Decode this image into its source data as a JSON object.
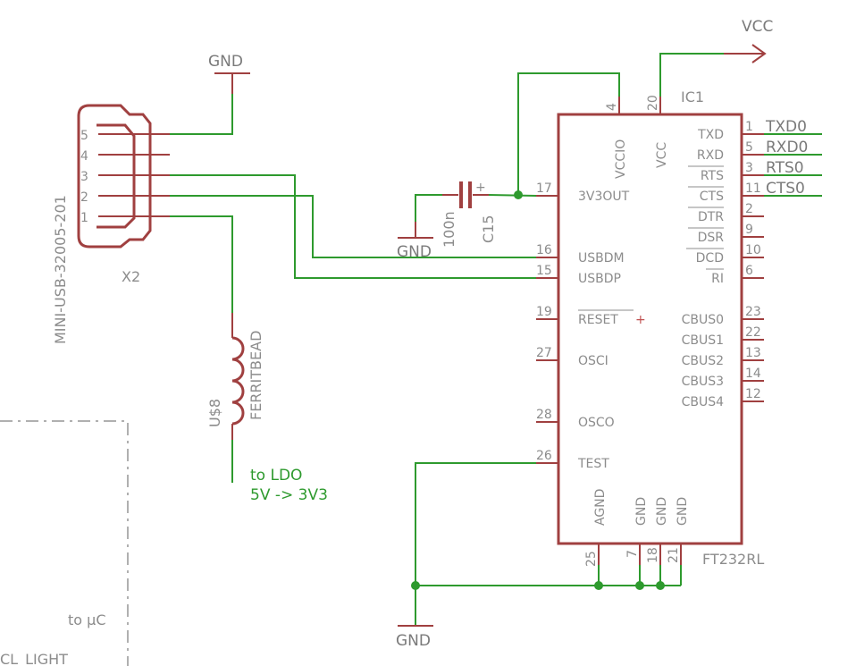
{
  "schematic": {
    "supply": {
      "vcc": "VCC",
      "gnd": "GND"
    },
    "connector": {
      "name": "X2",
      "value": "MINI-USB-32005-201",
      "pins": [
        "5",
        "4",
        "3",
        "2",
        "1"
      ]
    },
    "ferrite": {
      "name": "U$8",
      "value": "FERRITBEAD"
    },
    "capacitor": {
      "name": "C15",
      "value": "100n"
    },
    "ic": {
      "name": "IC1",
      "value": "FT232RL",
      "top_pins": [
        {
          "num": "4",
          "label": "VCCIO"
        },
        {
          "num": "20",
          "label": "VCC"
        }
      ],
      "left_pins": [
        {
          "num": "17",
          "label": "3V3OUT"
        },
        {
          "num": "16",
          "label": "USBDM"
        },
        {
          "num": "15",
          "label": "USBDP"
        },
        {
          "num": "19",
          "label": "RESET"
        },
        {
          "num": "27",
          "label": "OSCI"
        },
        {
          "num": "28",
          "label": "OSCO"
        },
        {
          "num": "26",
          "label": "TEST"
        }
      ],
      "right_pins": [
        {
          "num": "1",
          "label": "TXD"
        },
        {
          "num": "5",
          "label": "RXD"
        },
        {
          "num": "3",
          "label": "RTS"
        },
        {
          "num": "11",
          "label": "CTS"
        },
        {
          "num": "2",
          "label": "DTR"
        },
        {
          "num": "9",
          "label": "DSR"
        },
        {
          "num": "10",
          "label": "DCD"
        },
        {
          "num": "6",
          "label": "RI"
        },
        {
          "num": "23",
          "label": "CBUS0"
        },
        {
          "num": "22",
          "label": "CBUS1"
        },
        {
          "num": "13",
          "label": "CBUS2"
        },
        {
          "num": "14",
          "label": "CBUS3"
        },
        {
          "num": "12",
          "label": "CBUS4"
        }
      ],
      "bottom_pins": [
        {
          "num": "25",
          "label": "AGND"
        },
        {
          "num": "7",
          "label": "GND"
        },
        {
          "num": "18",
          "label": "GND"
        },
        {
          "num": "21",
          "label": "GND"
        }
      ]
    },
    "nets": {
      "uart": [
        "TXD0",
        "RXD0",
        "RTS0",
        "CTS0"
      ],
      "ldo_note_line1": "to LDO",
      "ldo_note_line2": "5V -> 3V3",
      "uc_note": "to µC",
      "partial_label": "CL_LIGHT"
    }
  }
}
